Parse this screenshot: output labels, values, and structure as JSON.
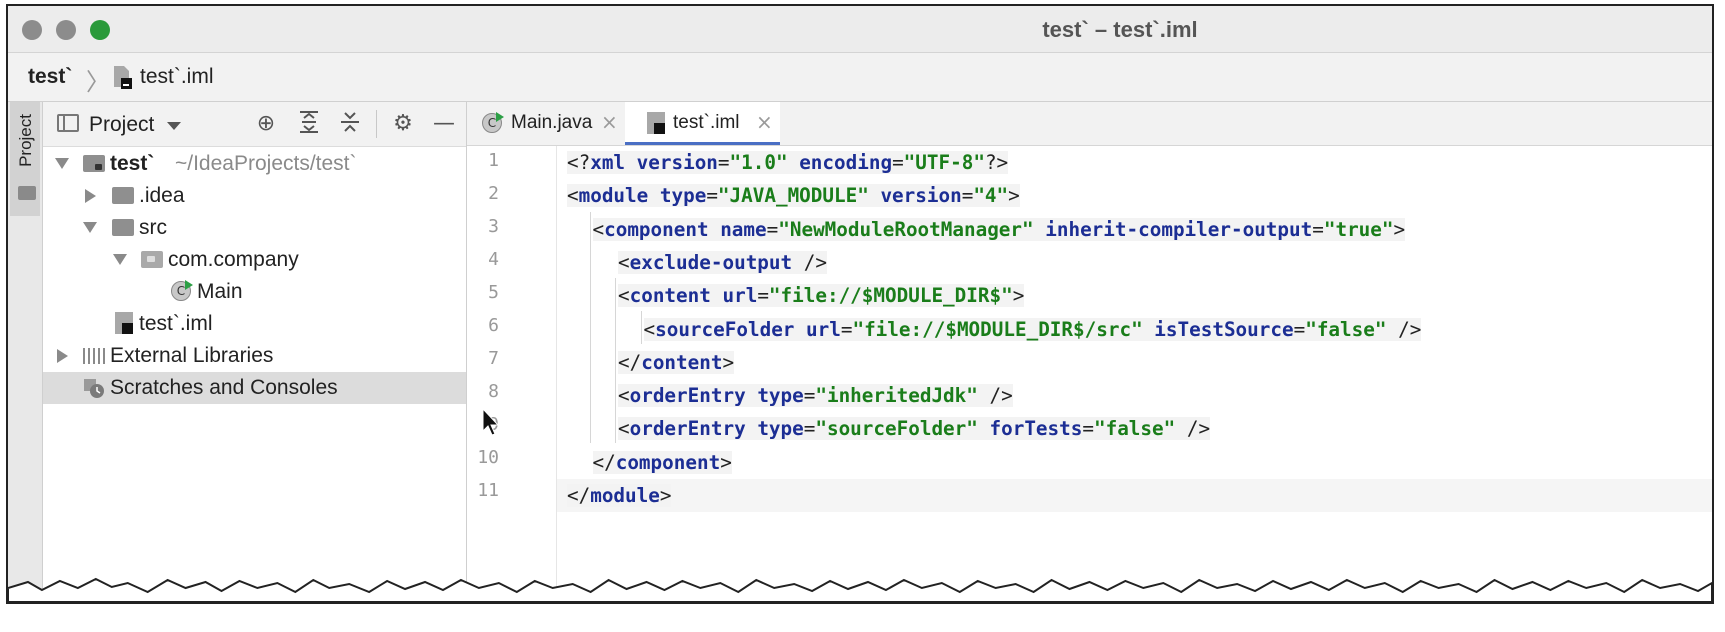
{
  "window": {
    "title": "test` – test`.iml"
  },
  "navbar": {
    "root": "test`",
    "file": "test`.iml"
  },
  "tool_stripe": {
    "project_label": "Project"
  },
  "project_panel": {
    "title": "Project",
    "header_icons": [
      "locate-icon",
      "expand-all-icon",
      "collapse-all-icon",
      "gear-icon",
      "minimize-icon"
    ],
    "tree": [
      {
        "label": "test`",
        "path": "~/IdeaProjects/test`",
        "icon": "module-folder-icon",
        "expanded": true
      },
      {
        "label": ".idea",
        "icon": "folder-icon",
        "expanded": false
      },
      {
        "label": "src",
        "icon": "folder-icon",
        "expanded": true
      },
      {
        "label": "com.company",
        "icon": "package-icon",
        "expanded": true
      },
      {
        "label": "Main",
        "icon": "java-class-icon"
      },
      {
        "label": "test`.iml",
        "icon": "iml-file-icon"
      },
      {
        "label": "External Libraries",
        "icon": "libraries-icon",
        "expanded": false
      },
      {
        "label": "Scratches and Consoles",
        "icon": "scratch-icon",
        "selected": true
      }
    ]
  },
  "editor": {
    "tabs": [
      {
        "label": "Main.java",
        "icon": "java-class-icon",
        "active": false
      },
      {
        "label": "test`.iml",
        "icon": "iml-file-icon",
        "active": true
      }
    ],
    "line_numbers": [
      "1",
      "2",
      "3",
      "4",
      "5",
      "6",
      "7",
      "8",
      "9",
      "10",
      "11"
    ],
    "lines": [
      {
        "indent": 0,
        "tokens": [
          [
            "pun",
            "<?"
          ],
          [
            "tag",
            "xml"
          ],
          [
            "pun",
            " "
          ],
          [
            "attr",
            "version"
          ],
          [
            "pun",
            "="
          ],
          [
            "val",
            "\"1.0\""
          ],
          [
            "pun",
            " "
          ],
          [
            "attr",
            "encoding"
          ],
          [
            "pun",
            "="
          ],
          [
            "val",
            "\"UTF-8\""
          ],
          [
            "pun",
            "?>"
          ]
        ]
      },
      {
        "indent": 0,
        "tokens": [
          [
            "pun",
            "<"
          ],
          [
            "tag",
            "module"
          ],
          [
            "pun",
            " "
          ],
          [
            "attr",
            "type"
          ],
          [
            "pun",
            "="
          ],
          [
            "val",
            "\"JAVA_MODULE\""
          ],
          [
            "pun",
            " "
          ],
          [
            "attr",
            "version"
          ],
          [
            "pun",
            "="
          ],
          [
            "val",
            "\"4\""
          ],
          [
            "pun",
            ">"
          ]
        ]
      },
      {
        "indent": 1,
        "tokens": [
          [
            "pun",
            "<"
          ],
          [
            "tag",
            "component"
          ],
          [
            "pun",
            " "
          ],
          [
            "attr",
            "name"
          ],
          [
            "pun",
            "="
          ],
          [
            "val",
            "\"NewModuleRootManager\""
          ],
          [
            "pun",
            " "
          ],
          [
            "attr",
            "inherit-compiler-output"
          ],
          [
            "pun",
            "="
          ],
          [
            "val",
            "\"true\""
          ],
          [
            "pun",
            ">"
          ]
        ]
      },
      {
        "indent": 2,
        "tokens": [
          [
            "pun",
            "<"
          ],
          [
            "tag",
            "exclude-output"
          ],
          [
            "pun",
            " />"
          ]
        ]
      },
      {
        "indent": 2,
        "tokens": [
          [
            "pun",
            "<"
          ],
          [
            "tag",
            "content"
          ],
          [
            "pun",
            " "
          ],
          [
            "attr",
            "url"
          ],
          [
            "pun",
            "="
          ],
          [
            "val",
            "\"file://$MODULE_DIR$\""
          ],
          [
            "pun",
            ">"
          ]
        ]
      },
      {
        "indent": 3,
        "tokens": [
          [
            "pun",
            "<"
          ],
          [
            "tag",
            "sourceFolder"
          ],
          [
            "pun",
            " "
          ],
          [
            "attr",
            "url"
          ],
          [
            "pun",
            "="
          ],
          [
            "val",
            "\"file://$MODULE_DIR$/src\""
          ],
          [
            "pun",
            " "
          ],
          [
            "attr",
            "isTestSource"
          ],
          [
            "pun",
            "="
          ],
          [
            "val",
            "\"false\""
          ],
          [
            "pun",
            " />"
          ]
        ]
      },
      {
        "indent": 2,
        "tokens": [
          [
            "pun",
            "</"
          ],
          [
            "tag",
            "content"
          ],
          [
            "pun",
            ">"
          ]
        ]
      },
      {
        "indent": 2,
        "tokens": [
          [
            "pun",
            "<"
          ],
          [
            "tag",
            "orderEntry"
          ],
          [
            "pun",
            " "
          ],
          [
            "attr",
            "type"
          ],
          [
            "pun",
            "="
          ],
          [
            "val",
            "\"inheritedJdk\""
          ],
          [
            "pun",
            " />"
          ]
        ]
      },
      {
        "indent": 2,
        "tokens": [
          [
            "pun",
            "<"
          ],
          [
            "tag",
            "orderEntry"
          ],
          [
            "pun",
            " "
          ],
          [
            "attr",
            "type"
          ],
          [
            "pun",
            "="
          ],
          [
            "val",
            "\"sourceFolder\""
          ],
          [
            "pun",
            " "
          ],
          [
            "attr",
            "forTests"
          ],
          [
            "pun",
            "="
          ],
          [
            "val",
            "\"false\""
          ],
          [
            "pun",
            " />"
          ]
        ]
      },
      {
        "indent": 1,
        "tokens": [
          [
            "pun",
            "</"
          ],
          [
            "tag",
            "component"
          ],
          [
            "pun",
            ">"
          ]
        ]
      },
      {
        "indent": 0,
        "tokens": [
          [
            "pun",
            "</"
          ],
          [
            "tag",
            "module"
          ],
          [
            "pun",
            ">"
          ]
        ]
      }
    ]
  },
  "colors": {
    "tag": "#1c2e94",
    "value": "#1a7d1a",
    "active_tab_underline": "#4a6fc4",
    "run_green": "#2c9f45"
  }
}
